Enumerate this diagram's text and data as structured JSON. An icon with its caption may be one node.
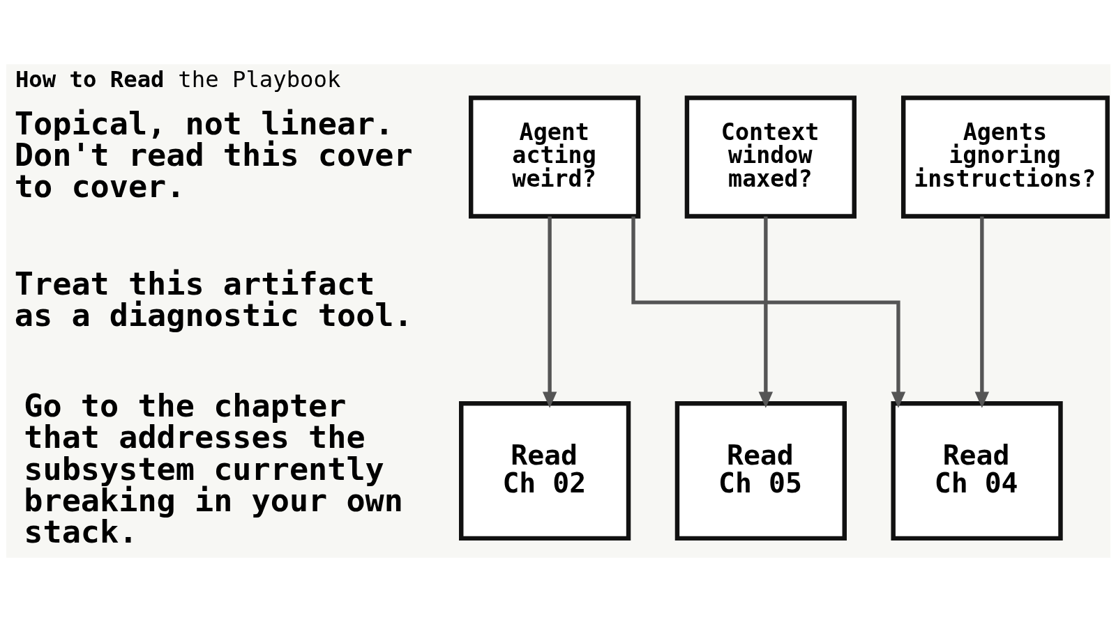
{
  "diagram": {
    "title": "**How to Read** the Playbook",
    "nodes": [
      {
        "text": [
          "Agent acting weird?"
        ]
      },
      {
        "text": [
          "Context window maxed?"
        ]
      },
      {
        "text": [
          "Agents ignoring instructions?"
        ]
      },
      {
        "text": [
          "Read Ch 02"
        ]
      },
      {
        "text": [
          "Read Ch 05"
        ]
      },
      {
        "text": [
          "Read Ch 04"
        ]
      }
    ],
    "edges": [
      {
        "from": 0,
        "to": 3,
        "arrow": "to"
      },
      {
        "from": 0,
        "to": 5,
        "arrow": "to"
      },
      {
        "from": 1,
        "to": 4,
        "arrow": "to"
      },
      {
        "from": 2,
        "to": 5,
        "arrow": "to"
      }
    ],
    "labels": [
      "Topical, not linear. Don't read this cover to cover.",
      "Treat this artifact as a diagnostic tool.",
      "Go to the chapter that addresses the subsystem currently breaking in your own stack."
    ]
  }
}
